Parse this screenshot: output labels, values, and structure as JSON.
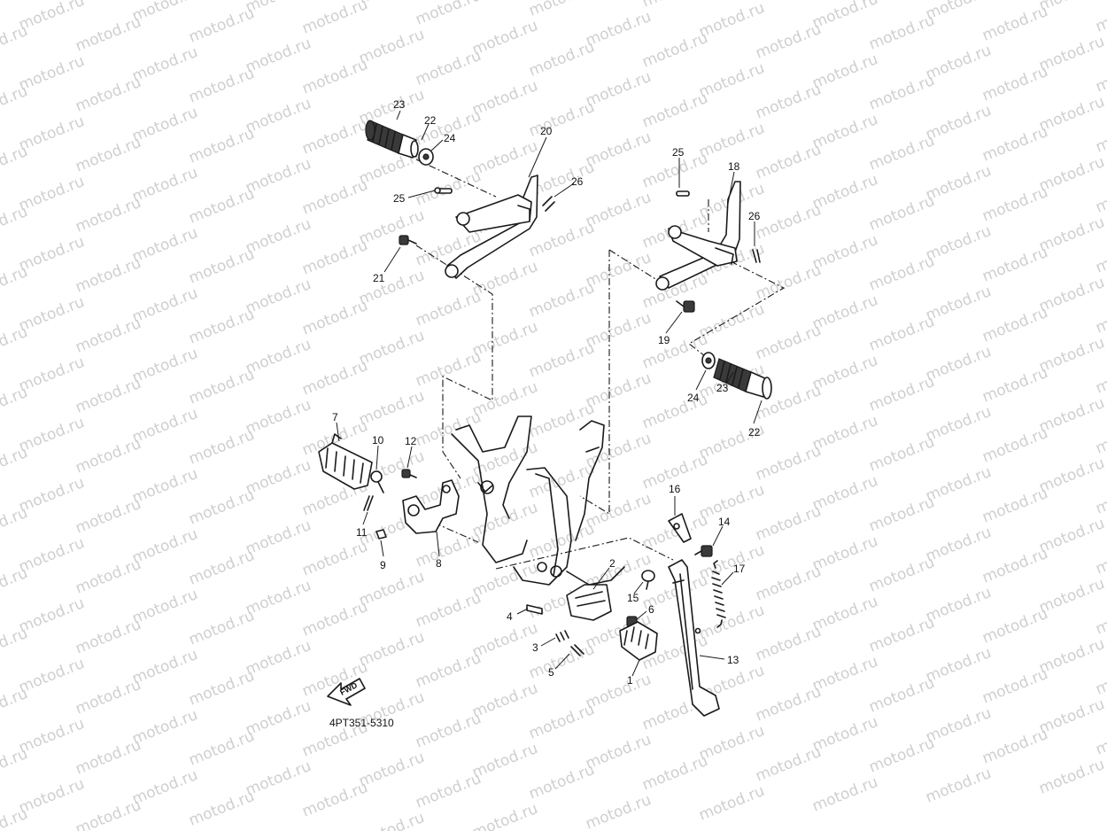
{
  "watermark": "motod.ru",
  "diagram_code": "4PT351-5310",
  "fwd_label": "FWD",
  "callouts": {
    "c1": "1",
    "c2": "2",
    "c3": "3",
    "c4": "4",
    "c5": "5",
    "c6": "6",
    "c7": "7",
    "c8": "8",
    "c9": "9",
    "c10": "10",
    "c11": "11",
    "c12": "12",
    "c13": "13",
    "c14": "14",
    "c15": "15",
    "c16": "16",
    "c17": "17",
    "c18": "18",
    "c19": "19",
    "c20": "20",
    "c21": "21",
    "c22a": "22",
    "c22b": "22",
    "c23a": "23",
    "c23b": "23",
    "c24a": "24",
    "c24b": "24",
    "c25a": "25",
    "c25b": "25",
    "c26a": "26",
    "c26b": "26"
  }
}
